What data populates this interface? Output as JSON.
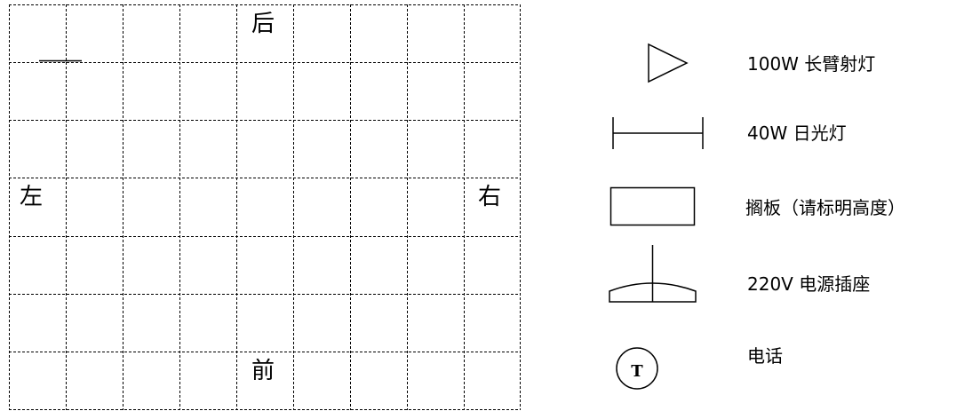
{
  "grid": {
    "columns": 9,
    "rows": 7,
    "labels": {
      "back": "后",
      "front": "前",
      "left": "左",
      "right": "右"
    }
  },
  "legend": [
    {
      "icon": "spotlight-triangle-icon",
      "label": "100W 长臂射灯"
    },
    {
      "icon": "fluorescent-lamp-icon",
      "label": "40W 日光灯"
    },
    {
      "icon": "shelf-rectangle-icon",
      "label": "搁板（请标明高度）"
    },
    {
      "icon": "power-socket-icon",
      "label": "220V 电源插座"
    },
    {
      "icon": "telephone-icon",
      "label": "电话",
      "glyph": "T"
    }
  ]
}
